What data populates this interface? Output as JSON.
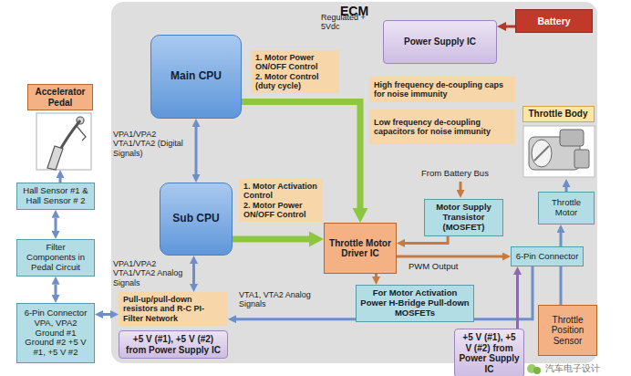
{
  "diagram": {
    "nodes": [
      {
        "text": [
          "ECM"
        ]
      },
      {
        "text": [
          "Main CPU"
        ],
        "in": 0
      },
      {
        "text": [
          "1. Motor Power ON/OFF Control",
          "2. Motor Control (duty cycle)"
        ],
        "in": 0
      },
      {
        "text": [
          "Power Supply IC"
        ],
        "in": 0
      },
      {
        "text": [
          "High frequency de-coupling caps for noise immunity"
        ],
        "in": 0
      },
      {
        "text": [
          "Low frequency de-coupling capacitors for noise immunity"
        ],
        "in": 0
      },
      {
        "text": [
          "Sub CPU"
        ],
        "in": 0
      },
      {
        "text": [
          "1. Motor Activation Control",
          "2. Motor Power ON/OFF Control"
        ],
        "in": 0
      },
      {
        "text": [
          "Motor Supply Transistor (MOSFET)"
        ],
        "in": 0
      },
      {
        "text": [
          "Throttle Motor Driver IC"
        ],
        "in": 0
      },
      {
        "text": [
          "For Motor Activation Power H-Bridge Pull-down MOSFETs"
        ],
        "in": 0
      },
      {
        "text": [
          "Pull-up/pull-down resistors and R-C PI-Filter Network"
        ],
        "in": 0
      },
      {
        "text": [
          "+5 V (#1), +5 V (#2) from Power Supply IC"
        ],
        "in": 0
      },
      {
        "text": [
          "+5 V (#1), +5 V (#2) from Power Supply IC"
        ],
        "in": 0
      },
      {
        "text": [
          "Battery"
        ]
      },
      {
        "text": [
          "Accelerator Pedal"
        ]
      },
      {
        "text": [
          "Hall Sensor #1 & Hall Sensor # 2"
        ]
      },
      {
        "text": [
          "Filter Components in Pedal Circuit"
        ]
      },
      {
        "text": [
          "6-Pin Connector VPA, VPA2 Ground #1 Ground #2 +5 V #1, +5 V #2"
        ]
      },
      {
        "text": [
          "Throttle Body"
        ]
      },
      {
        "text": [
          "Throttle Motor"
        ]
      },
      {
        "text": [
          "6-Pin Connector"
        ]
      },
      {
        "text": [
          "Throttle Position Sensor"
        ]
      }
    ],
    "edges": [
      {
        "from": 14,
        "to": 3,
        "arrow": "to"
      },
      {
        "from": 1,
        "to": 6,
        "arrow": "both"
      },
      {
        "from": 1,
        "to": 9,
        "arrow": "to"
      },
      {
        "from": 6,
        "to": 9,
        "arrow": "to"
      },
      {
        "from": 8,
        "to": 9,
        "arrow": "to"
      },
      {
        "from": 9,
        "to": 10,
        "arrow": "to"
      },
      {
        "from": 9,
        "to": 21,
        "arrow": "to"
      },
      {
        "from": 21,
        "to": 20,
        "arrow": "to"
      },
      {
        "from": 20,
        "to": 19,
        "arrow": "to"
      },
      {
        "from": 22,
        "to": 21,
        "arrow": "none"
      },
      {
        "from": 21,
        "to": 11,
        "label": "VTA1, VTA2 Analog Signals",
        "arrow": "to"
      },
      {
        "from": 13,
        "to": 21,
        "arrow": "to"
      },
      {
        "from": 6,
        "to": 11,
        "arrow": "both"
      },
      {
        "from": 18,
        "to": 11,
        "arrow": "both"
      },
      {
        "from": 18,
        "to": 17,
        "arrow": "both"
      },
      {
        "from": 17,
        "to": 16,
        "arrow": "both"
      },
      {
        "from": 16,
        "to": 15,
        "arrow": "both"
      }
    ],
    "labels": [
      "Regulated + 5Vdc",
      "VPA1/VPA2 VTA1/VTA2 (Digital Signals)",
      "VPA1/VPA2 VTA1/VTA2 Analog Signals",
      "From Battery Bus",
      "PWM Output",
      "汽车电子设计"
    ]
  }
}
